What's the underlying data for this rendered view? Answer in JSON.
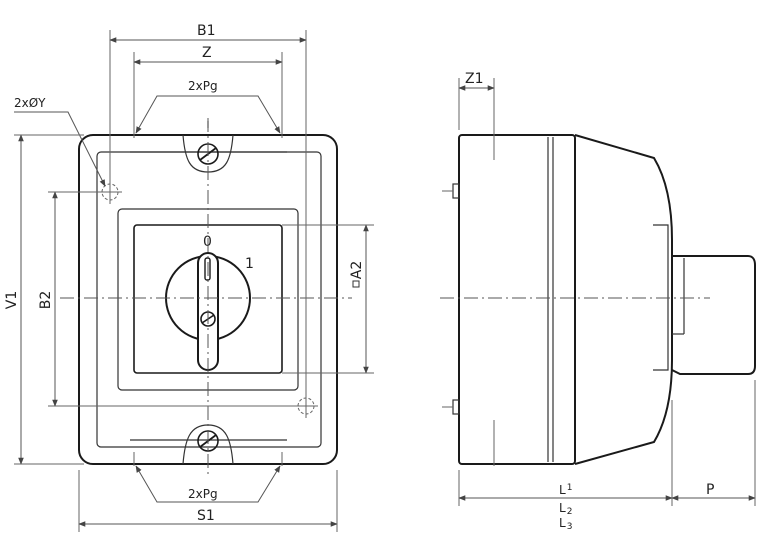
{
  "labels": {
    "b1": "B1",
    "z": "Z",
    "pg_top": "2xPg",
    "pg_bottom": "2xPg",
    "hole": "2xØY",
    "v1": "V1",
    "b2": "B2",
    "a2": "A2",
    "s1": "S1",
    "z1": "Z1",
    "l1": "L",
    "l1_sub": "1",
    "l2": "L",
    "l2_sub": "2",
    "l3": "L",
    "l3_sub": "3",
    "p": "P",
    "pos0": "0",
    "pos1": "1"
  }
}
